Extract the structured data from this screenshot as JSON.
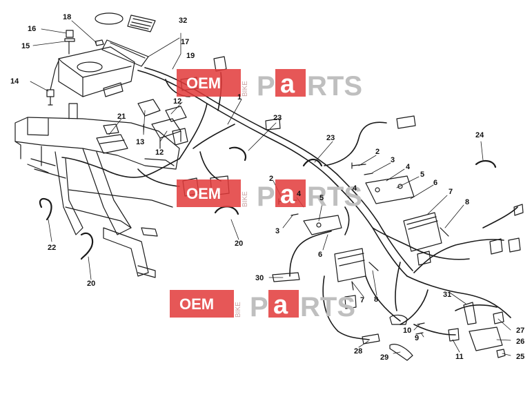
{
  "watermark": {
    "oem": "OEM",
    "bike": "BIKE",
    "parts_p": "P",
    "parts_a": "a",
    "parts_rest": "RTS",
    "accent_color": "#e23a3a"
  },
  "callouts": [
    {
      "id": "c18",
      "text": "18"
    },
    {
      "id": "c32",
      "text": "32"
    },
    {
      "id": "c16",
      "text": "16"
    },
    {
      "id": "c15",
      "text": "15"
    },
    {
      "id": "c17",
      "text": "17"
    },
    {
      "id": "c19",
      "text": "19"
    },
    {
      "id": "c14",
      "text": "14"
    },
    {
      "id": "c1",
      "text": "1"
    },
    {
      "id": "c12a",
      "text": "12"
    },
    {
      "id": "c21",
      "text": "21"
    },
    {
      "id": "c13",
      "text": "13"
    },
    {
      "id": "c12b",
      "text": "12"
    },
    {
      "id": "c23a",
      "text": "23"
    },
    {
      "id": "c23b",
      "text": "23"
    },
    {
      "id": "c24",
      "text": "24"
    },
    {
      "id": "c2a",
      "text": "2"
    },
    {
      "id": "c3a",
      "text": "3"
    },
    {
      "id": "c4a",
      "text": "4"
    },
    {
      "id": "c5a",
      "text": "5"
    },
    {
      "id": "c4b",
      "text": "4"
    },
    {
      "id": "c6a",
      "text": "6"
    },
    {
      "id": "c7a",
      "text": "7"
    },
    {
      "id": "c8a",
      "text": "8"
    },
    {
      "id": "c2b",
      "text": "2"
    },
    {
      "id": "c4c",
      "text": "4"
    },
    {
      "id": "c5b",
      "text": "5"
    },
    {
      "id": "c3b",
      "text": "3"
    },
    {
      "id": "c6b",
      "text": "6"
    },
    {
      "id": "c22",
      "text": "22"
    },
    {
      "id": "c20a",
      "text": "20"
    },
    {
      "id": "c20b",
      "text": "20"
    },
    {
      "id": "c30",
      "text": "30"
    },
    {
      "id": "c7b",
      "text": "7"
    },
    {
      "id": "c8b",
      "text": "8"
    },
    {
      "id": "c31",
      "text": "31"
    },
    {
      "id": "c10",
      "text": "10"
    },
    {
      "id": "c9",
      "text": "9"
    },
    {
      "id": "c27",
      "text": "27"
    },
    {
      "id": "c26",
      "text": "26"
    },
    {
      "id": "c25",
      "text": "25"
    },
    {
      "id": "c11",
      "text": "11"
    },
    {
      "id": "c28",
      "text": "28"
    },
    {
      "id": "c29",
      "text": "29"
    }
  ]
}
